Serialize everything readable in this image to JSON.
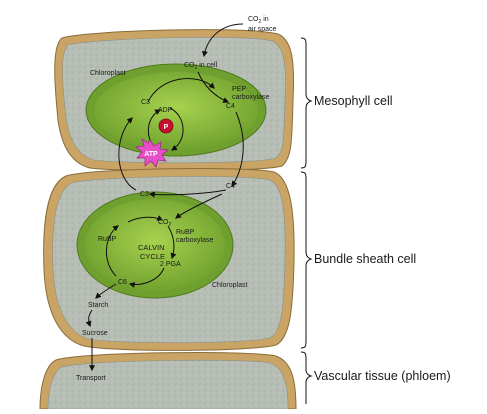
{
  "diagram": {
    "co2_air_line1": "CO",
    "co2_air_sub": "2",
    "co2_air_line1_suffix": " in",
    "co2_air_line2": "air space",
    "co2_cell": "CO",
    "co2_cell_sub": "2",
    "co2_cell_suffix": " in cell",
    "chloroplast_top": "Chloroplast",
    "chloroplast_bottom": "Chloroplast",
    "pep_line1": "PEP",
    "pep_line2": "carboxylase",
    "c3_top": "C3",
    "c4_top": "C4",
    "adp": "ADP",
    "p": "P",
    "atp": "ATP",
    "c3_mid": "C3",
    "c4_mid": "C4",
    "co2_bundle": "CO",
    "co2_bundle_sub": "2",
    "rubp_line1": "RuBP",
    "rubp_line2": "carboxylase",
    "rubp_cycle": "RuBP",
    "calvin_line1": "CALVIN",
    "calvin_line2": "CYCLE",
    "pga": "2 PGA",
    "c6": "C6",
    "starch": "Starch",
    "sucrose": "Sucrose",
    "transport": "Transport"
  },
  "side_labels": {
    "mesophyll": "Mesophyll cell",
    "bundle_sheath": "Bundle sheath cell",
    "vascular": "Vascular tissue (phloem)"
  },
  "colors": {
    "cell_wall": "#c9a465",
    "cell_fill": "#b5bcb3",
    "chloroplast": "#7aab35",
    "chloroplast_inner": "#9ccc4a",
    "p_circle": "#c8102e",
    "atp_burst": "#e64fc8"
  }
}
